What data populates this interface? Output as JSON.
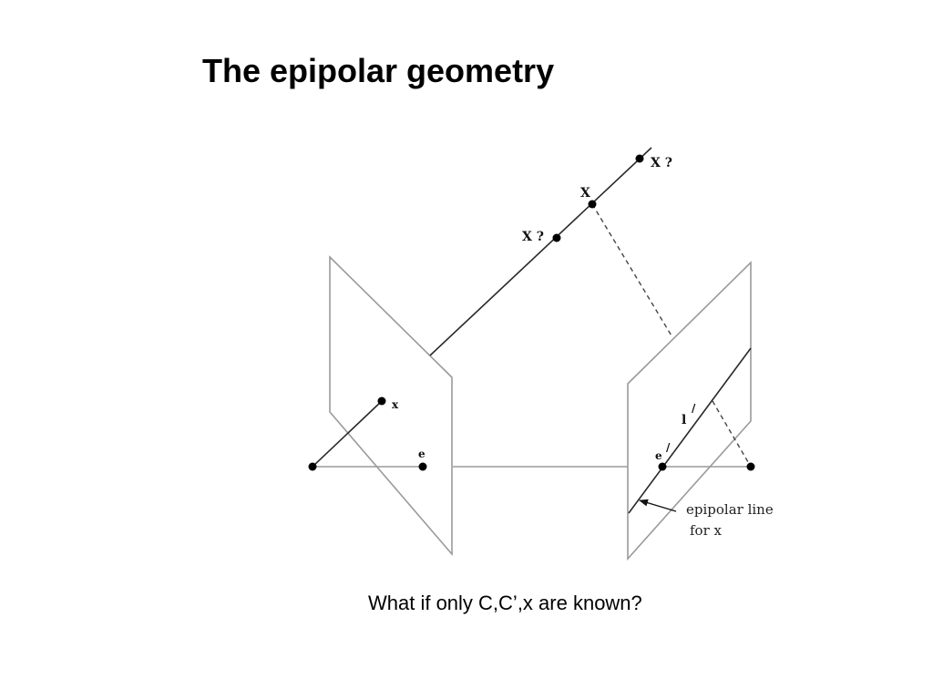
{
  "slide": {
    "title": "The epipolar geometry",
    "caption": "What if only C,C’,x are known?"
  },
  "diagram": {
    "labels": {
      "point_X_upper": "X ?",
      "point_X": "X",
      "point_X_lower": "X ?",
      "image_point_x": "x",
      "epipole_e": "e",
      "epipole_e_prime": "e",
      "epipole_e_prime_mark": "/",
      "epipolar_line_l": "l",
      "epipolar_line_l_mark": "/",
      "annotation_line1": "epipolar line",
      "annotation_line2": "for x"
    },
    "colors": {
      "plane_stroke": "#9a9a9a",
      "ray_stroke": "#2a2a2a",
      "point_fill": "#000000"
    }
  }
}
